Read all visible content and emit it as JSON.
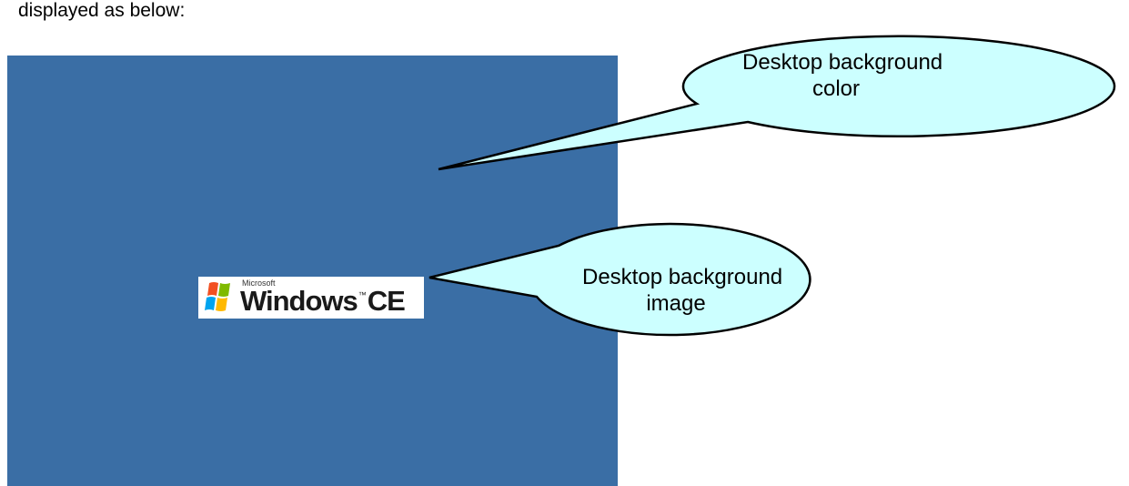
{
  "intro": {
    "text": "displayed as below:"
  },
  "desktop": {
    "background_color": "#3a6ea5"
  },
  "logo": {
    "vendor": "Microsoft",
    "product_main": "Windows",
    "product_suffix": "CE",
    "flag_colors": [
      "#f25022",
      "#7fba00",
      "#00a4ef",
      "#ffb900"
    ]
  },
  "callouts": {
    "color": {
      "line1": "Desktop background",
      "line2": "color",
      "fill": "#ccffff"
    },
    "image": {
      "line1": "Desktop background",
      "line2": "image",
      "fill": "#ccffff"
    }
  }
}
